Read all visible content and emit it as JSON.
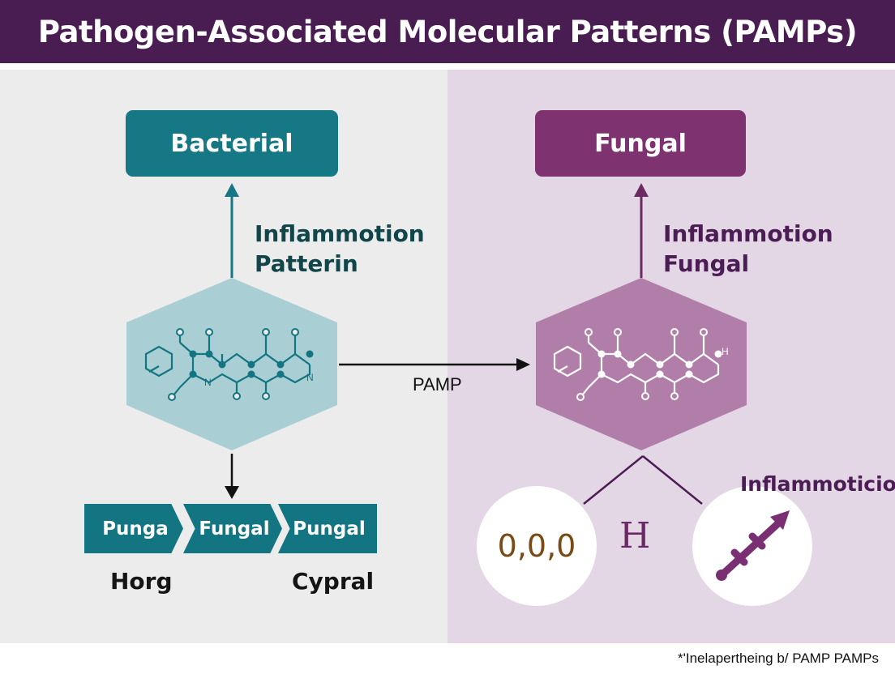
{
  "title": "Pathogen-Associated Molecular Patterns (PAMPs)",
  "left": {
    "header": "Bacterial",
    "label_line1": "Inflammotion",
    "label_line2": "Patterin",
    "chevrons": [
      "Punga",
      "Fungal",
      "Pungal"
    ],
    "under_labels": [
      "Horg",
      "Cypral"
    ]
  },
  "connector_label": "PAMP",
  "right": {
    "header": "Fungal",
    "label_line1": "Inflammotion",
    "label_line2": "Fungal",
    "circle_text": "0,0,0",
    "middle_glyph": "H",
    "side_label": "Inflammoticio"
  },
  "footnote": "*'Inelapertheing b/ PAMP PAMPs",
  "colors": {
    "title_bg": "#4a1d52",
    "teal": "#157884",
    "purple": "#7e3370",
    "left_panel": "#ececec",
    "right_panel": "#e3d6e5"
  }
}
